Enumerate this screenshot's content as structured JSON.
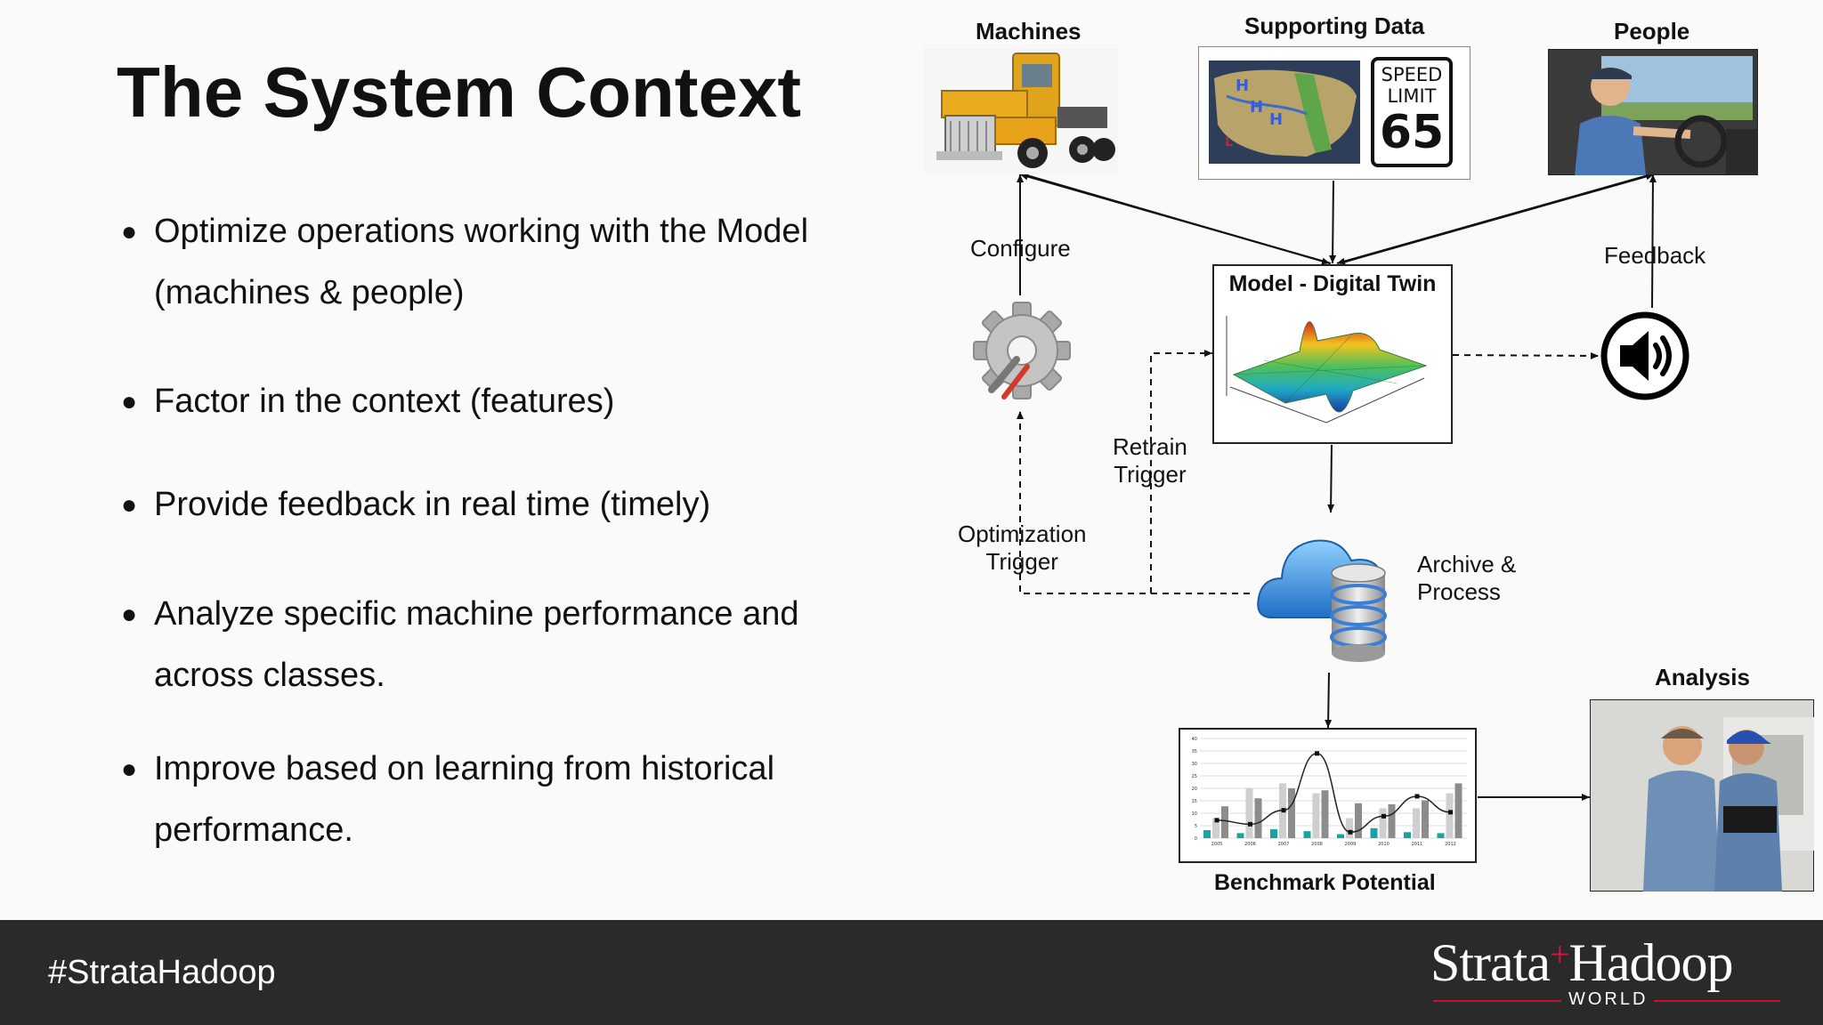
{
  "slide": {
    "title": "The System Context",
    "bullets": [
      {
        "text": "Optimize operations working with the Model (machines & people)"
      },
      {
        "text": "Factor in the context (features)"
      },
      {
        "text": "Provide feedback in real time (timely)"
      },
      {
        "text": "Analyze specific machine performance and across classes."
      },
      {
        "text": "Improve based on learning from historical performance."
      }
    ]
  },
  "diagram": {
    "machines_label": "Machines",
    "supporting_data_label": "Supporting Data",
    "people_label": "People",
    "model_label": "Model - Digital Twin",
    "configure_label": "Configure",
    "feedback_label": "Feedback",
    "retrain_line1": "Retrain",
    "retrain_line2": "Trigger",
    "optimization_line1": "Optimization",
    "optimization_line2": "Trigger",
    "archive_line1": "Archive &",
    "archive_line2": "Process",
    "benchmark_label": "Benchmark Potential",
    "analysis_label": "Analysis",
    "sign_speed": "SPEED",
    "sign_limit": "LIMIT",
    "sign_number": "65",
    "map_marks": [
      "H",
      "H",
      "H",
      "L"
    ],
    "chart_years": [
      "2005",
      "2006",
      "2007",
      "2008",
      "2009",
      "2010",
      "2011",
      "2012"
    ],
    "chart_yticks": [
      "40",
      "35",
      "30",
      "25",
      "20",
      "15",
      "10",
      "5",
      "0"
    ],
    "icons": [
      "truck-icon",
      "weather-map-icon",
      "speed-limit-sign-icon",
      "driver-photo-icon",
      "gear-wrench-icon",
      "speaker-icon",
      "cloud-database-icon",
      "bar-line-chart-icon",
      "workers-photo-icon"
    ]
  },
  "footer": {
    "hashtag": "#StrataHadoop",
    "brand_left": "Strata",
    "brand_plus": "+",
    "brand_right": "Hadoop",
    "brand_sub": "WORLD",
    "colors": {
      "bar": "#2a2a2a",
      "accent": "#c8102e"
    }
  }
}
